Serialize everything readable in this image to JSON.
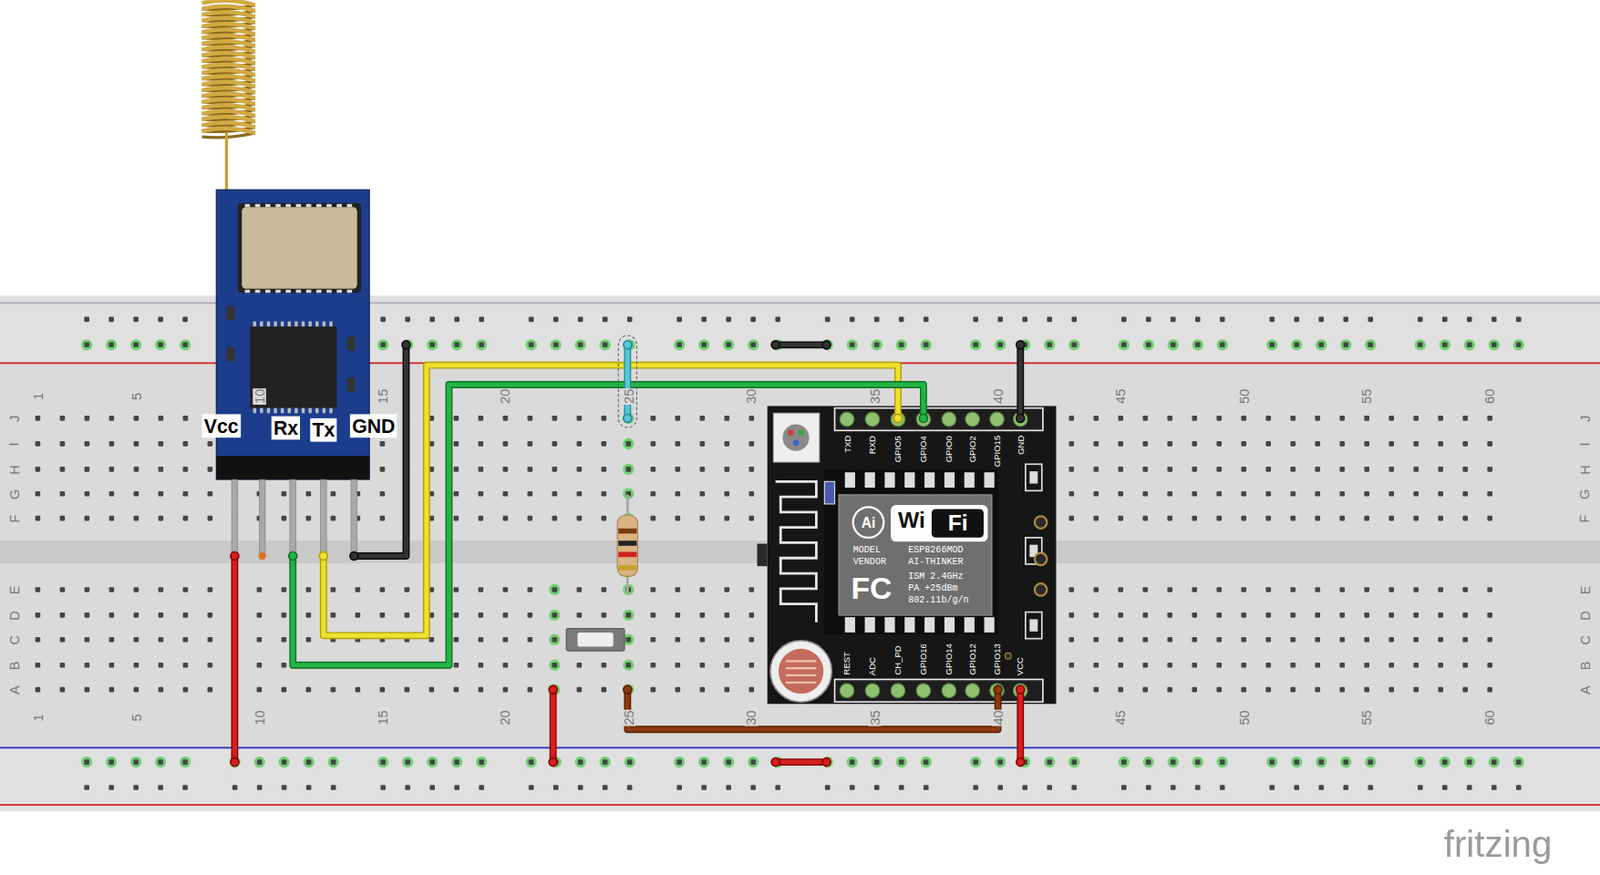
{
  "diagram": {
    "labels": [
      "Vcc",
      "Rx",
      "Tx",
      "GND",
      "TXD",
      "RXD",
      "GPIO5",
      "GPIO4",
      "GPIO0",
      "GPIO2",
      "GPIO15",
      "GND",
      "REST",
      "ADC",
      "CH_PD",
      "GPIO16",
      "GPIO14",
      "GPIO12",
      "GPIO13",
      "VCC",
      "Ai",
      "Wi",
      "Fi",
      "MODEL",
      "ESP8266MOD",
      "VENDOR",
      "AI-THINKER",
      "FC",
      "ISM 2.4GHz",
      "PA +25dBm",
      "802.11b/g/n",
      "1",
      "5",
      "10",
      "15",
      "20",
      "25",
      "30",
      "35",
      "40",
      "45",
      "50",
      "55",
      "60",
      "1",
      "5",
      "10",
      "15",
      "20",
      "25",
      "30",
      "35",
      "40",
      "45",
      "50",
      "55",
      "60",
      "J",
      "I",
      "H",
      "G",
      "F",
      "E",
      "D",
      "C",
      "B",
      "A",
      "J",
      "I",
      "H",
      "G",
      "F",
      "E",
      "D",
      "C",
      "B",
      "A",
      "fritzing"
    ]
  }
}
